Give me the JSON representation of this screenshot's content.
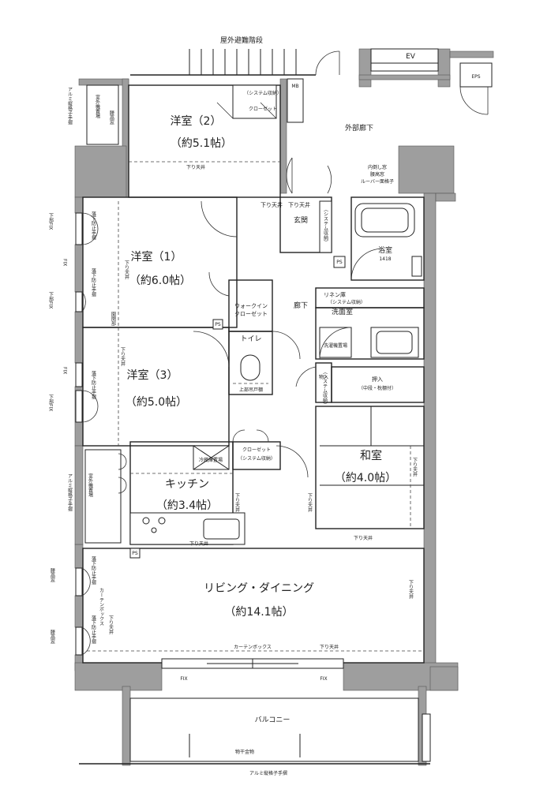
{
  "labels": {
    "outdoor_stairs": "屋外避難階段",
    "ev": "EV",
    "eps": "EPS",
    "mb": "MB",
    "outer_corridor": "外部廊下",
    "window_note_1": "内倒し窓",
    "window_note_2": "腰高窓",
    "window_note_3": "ルーバー面格子",
    "aluminum_rail_left_top": "アルミ縦格子手摺",
    "outdoor_unit_top": "室外機置場",
    "koshidaka_top": "腰高窓",
    "closet_system": "（システム収納）",
    "closet": "クローゼット",
    "room2_name": "洋室（2）",
    "room2_size": "（約5.1帖）",
    "room1_name": "洋室（1）",
    "room1_size": "（約6.0帖）",
    "room3_name": "洋室（3）",
    "room3_size": "（約5.0帖）",
    "kudari_tenjo": "下り天井",
    "entrance": "玄関",
    "shoe_system": "（システム収納）",
    "bath_name": "浴室",
    "bath_size": "1418",
    "ps": "PS",
    "walkin_1": "ウォークイン",
    "walkin_2": "クローゼット",
    "corridor": "廊下",
    "linen_1": "リネン庫",
    "linen_2": "（システム収納）",
    "washroom": "洗面室",
    "washer": "洗濯機置場",
    "toilet": "トイレ",
    "toilet_shelf": "上部吊戸棚",
    "storage_small_1": "物入",
    "storage_small_2": "（システム収納）",
    "oshiire_1": "押入",
    "oshiire_2": "（中段・枕棚付）",
    "ochiboushi": "落下防止手摺",
    "fix": "FIX",
    "kaihou": "開閉部",
    "closet_b1": "クローゼット",
    "closet_b2": "（システム収納）",
    "washitsu_name": "和室",
    "washitsu_size": "（約4.0帖）",
    "fridge": "冷蔵庫置場",
    "kitchen_name": "キッチン",
    "kitchen_size": "（約3.4帖）",
    "outdoor_unit_mid": "室外機置場",
    "aluminum_rail_left_mid": "アルミ縦格子手摺",
    "living_name": "リビング・ダイニング",
    "living_size": "（約14.1帖）",
    "koshidaka": "腰高窓",
    "curtain_box": "カーテンボックス",
    "balcony": "バルコニー",
    "hoshi": "物干金物",
    "aluminum_rail_bottom": "アルミ縦格子手摺",
    "lower_fix": "下部FIX"
  }
}
